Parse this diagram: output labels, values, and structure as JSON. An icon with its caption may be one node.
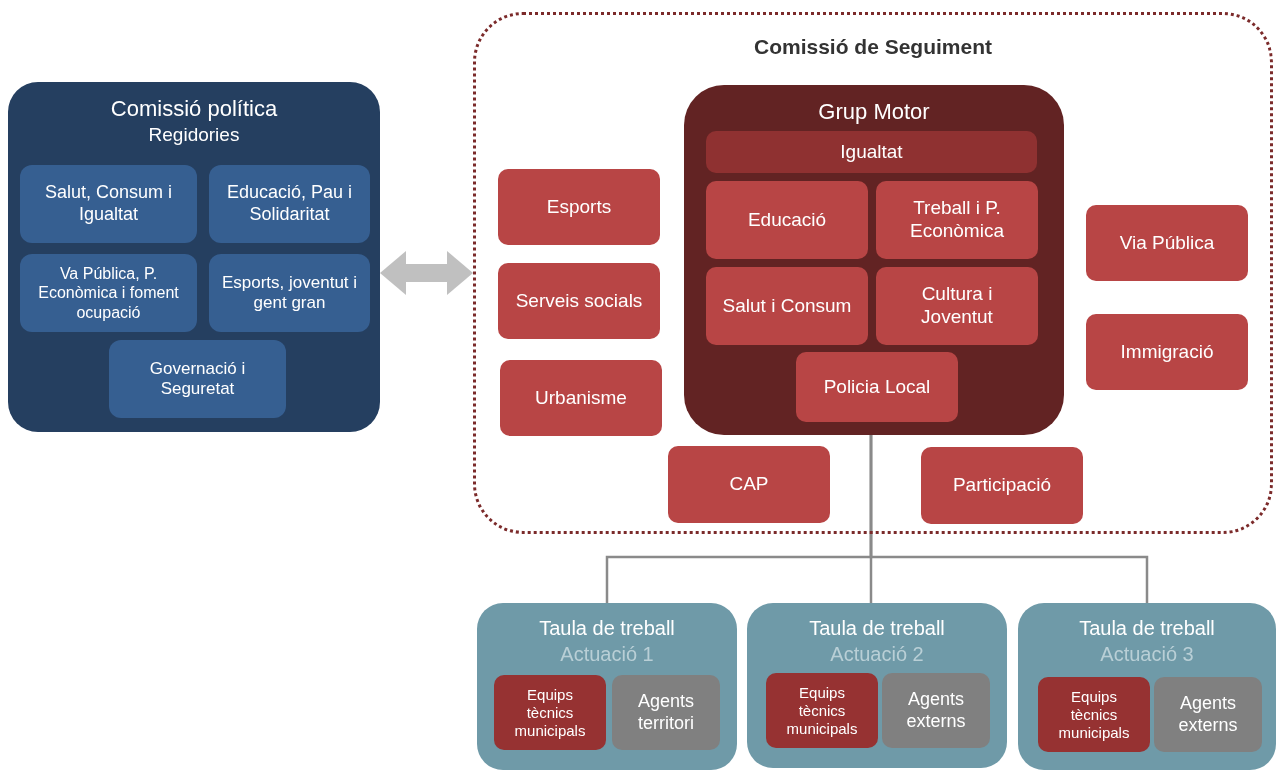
{
  "diagram": {
    "nodes": [
      {
        "text": [
          "Comissió política",
          "Regidories"
        ]
      },
      {
        "text": [
          "Salut, Consum i Igualtat"
        ],
        "in": 0
      },
      {
        "text": [
          "Educació, Pau i Solidaritat"
        ],
        "in": 0
      },
      {
        "text": [
          "Va Pública, P. Econòmica i foment ocupació"
        ],
        "in": 0
      },
      {
        "text": [
          "Esports, joventut i gent gran"
        ],
        "in": 0
      },
      {
        "text": [
          "Governació i Seguretat"
        ],
        "in": 0
      },
      {
        "text": [
          "Comissió de Seguiment"
        ]
      },
      {
        "text": [
          "Grup Motor"
        ],
        "in": 6
      },
      {
        "text": [
          "Igualtat"
        ],
        "in": 7
      },
      {
        "text": [
          "Educació"
        ],
        "in": 7
      },
      {
        "text": [
          "Treball i P. Econòmica"
        ],
        "in": 7
      },
      {
        "text": [
          "Salut i Consum"
        ],
        "in": 7
      },
      {
        "text": [
          "Cultura i Joventut"
        ],
        "in": 7
      },
      {
        "text": [
          "Policia Local"
        ],
        "in": 7
      },
      {
        "text": [
          "Esports"
        ],
        "in": 6
      },
      {
        "text": [
          "Serveis socials"
        ],
        "in": 6
      },
      {
        "text": [
          "Urbanisme"
        ],
        "in": 6
      },
      {
        "text": [
          "CAP"
        ],
        "in": 6
      },
      {
        "text": [
          "Participació"
        ],
        "in": 6
      },
      {
        "text": [
          "Via Pública"
        ],
        "in": 6
      },
      {
        "text": [
          "Immigració"
        ],
        "in": 6
      },
      {
        "text": [
          "Taula de treball",
          "Actuació 1"
        ]
      },
      {
        "text": [
          "Equips tècnics municipals"
        ],
        "in": 21
      },
      {
        "text": [
          "Agents territori"
        ],
        "in": 21
      },
      {
        "text": [
          "Taula de treball",
          "Actuació 2"
        ]
      },
      {
        "text": [
          "Equips tècnics municipals"
        ],
        "in": 24
      },
      {
        "text": [
          "Agents externs"
        ],
        "in": 24
      },
      {
        "text": [
          "Taula de treball",
          "Actuació 3"
        ]
      },
      {
        "text": [
          "Equips tècnics municipals"
        ],
        "in": 27
      },
      {
        "text": [
          "Agents externs"
        ],
        "in": 27
      }
    ],
    "edges": [
      {
        "from": 0,
        "to": 6,
        "arrow": "both",
        "style": "thick",
        "color": "#c0c0c0"
      },
      {
        "from": 7,
        "to": 21,
        "arrow": "none"
      },
      {
        "from": 7,
        "to": 24,
        "arrow": "none"
      },
      {
        "from": 7,
        "to": 27,
        "arrow": "none"
      }
    ]
  }
}
